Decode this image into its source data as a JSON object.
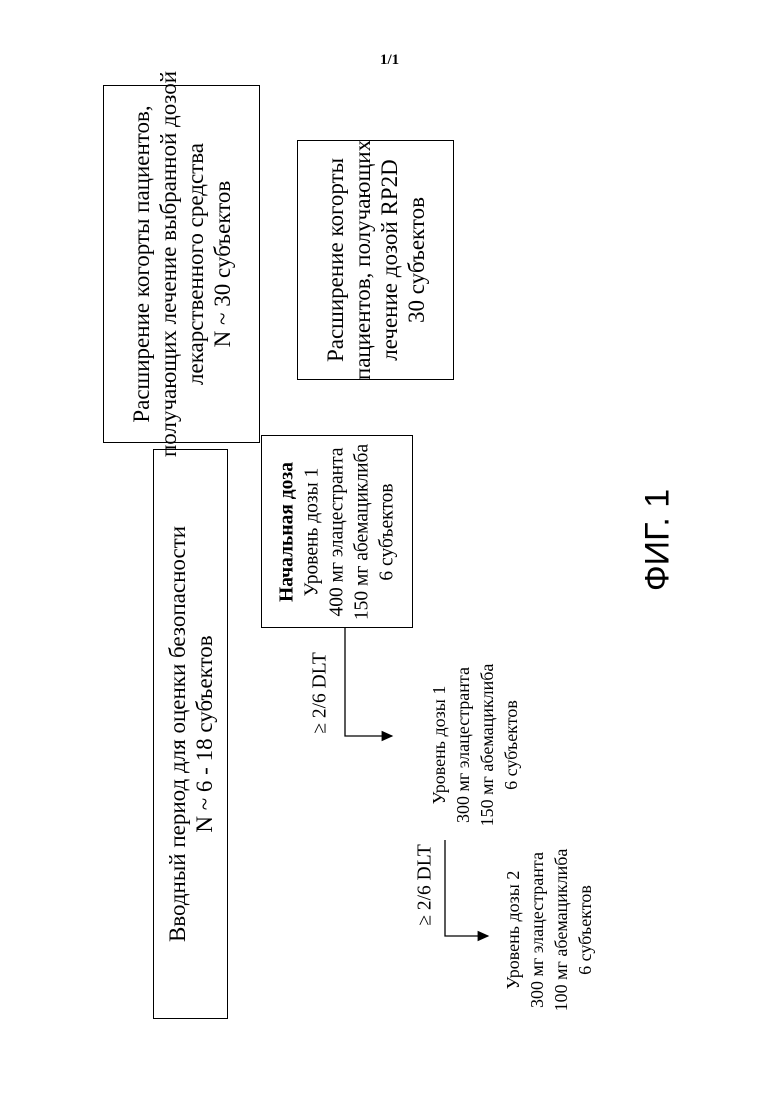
{
  "page_number": "1/1",
  "figure_label": "ФИГ. 1",
  "run_in": {
    "line1": "Вводный период для оценки безопасности",
    "line2": "N ~ 6 - 18 субъектов"
  },
  "expansion_selected": {
    "line1": "Расширение когорты пациентов,",
    "line2": "получающих лечение выбранной дозой",
    "line3": "лекарственного средства",
    "line4": "N ~ 30 субъектов"
  },
  "expansion_rp2d": {
    "line1": "Расширение когорты",
    "line2": "пациентов, получающих",
    "line3": "лечение дозой RP2D",
    "line4": "30 субъектов"
  },
  "start_dose": {
    "title": "Начальная доза",
    "level": "Уровень дозы 1",
    "drug1": "400 мг элацестранта",
    "drug2": "150 мг абемациклиба",
    "subjects": "6 субъектов"
  },
  "dlt_1": "≥ 2/6 DLT",
  "dose_minus1": {
    "level": "Уровень дозы 1",
    "drug1": "300 мг элацестранта",
    "drug2": "150 мг абемациклиба",
    "subjects": "6 субъектов"
  },
  "dlt_2": "≥ 2/6 DLT",
  "dose_minus2": {
    "level": "Уровень дозы 2",
    "drug1": "300 мг элацестранта",
    "drug2": "100 мг абемациклиба",
    "subjects": "6 субъектов"
  }
}
